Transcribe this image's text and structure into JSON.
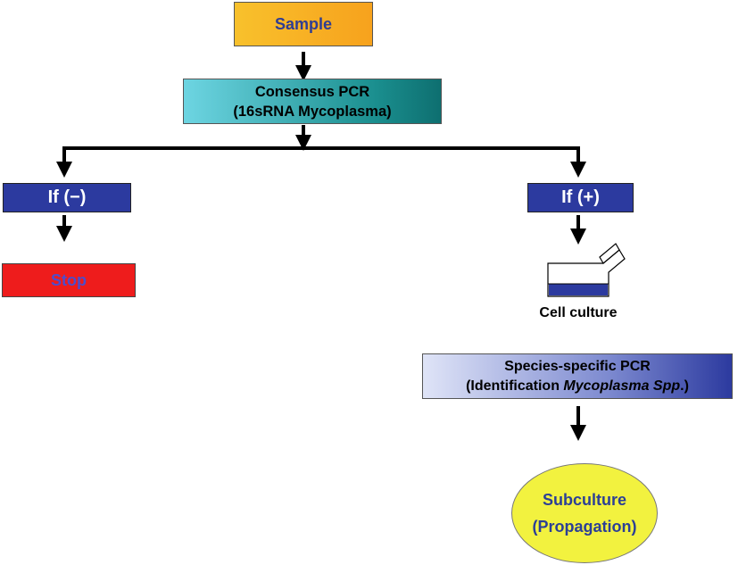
{
  "nodes": {
    "sample": "Sample",
    "consensus_line1": "Consensus PCR",
    "consensus_line2": "(16sRNA Mycoplasma)",
    "if_negative": "If  (−)",
    "if_positive": "If  (+)",
    "stop": "Stop",
    "cell_culture": "Cell culture",
    "species_line1": "Species-specific PCR",
    "species_line2_prefix": "(Identification ",
    "species_line2_italic": "Mycoplasma Spp",
    "species_line2_suffix": ".)",
    "subculture_line1": "Subculture",
    "subculture_line2": "(Propagation)"
  },
  "icons": {
    "cell_culture_flask": "culture-flask-icon"
  },
  "colors": {
    "sample_fill": "#f7a21d",
    "consensus_fill": "#1a8e8e",
    "if_fill": "#2c3a9f",
    "stop_fill": "#ee1c1c",
    "species_fill": "#2c3a9f",
    "subculture_fill": "#f2f23f",
    "text_blue": "#2f3d93"
  }
}
